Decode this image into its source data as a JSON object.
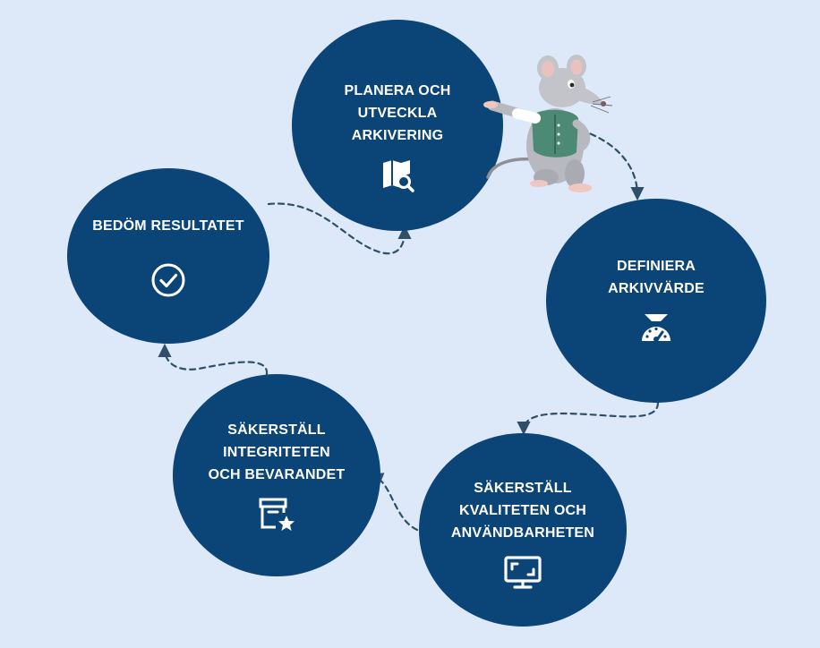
{
  "colors": {
    "background": "#dde8f9",
    "circle": "#0b4476",
    "text": "#ffffff",
    "arrow": "#2f4f68"
  },
  "steps": [
    {
      "id": "plan",
      "label": "PLANERA OCH\nUTVECKLA\nARKIVERING",
      "icon": "map-search-icon"
    },
    {
      "id": "define",
      "label": "DEFINIERA\nARKIVVÄRDE",
      "icon": "scale-gauge-icon"
    },
    {
      "id": "quality",
      "label": "SÄKERSTÄLL\nKVALITETEN OCH\nANVÄNDBARHETEN",
      "icon": "monitor-icon"
    },
    {
      "id": "integrity",
      "label": "SÄKERSTÄLL\nINTEGRITETEN\nOCH BEVARANDET",
      "icon": "archive-star-icon"
    },
    {
      "id": "assess",
      "label": "BEDÖM RESULTATET",
      "icon": "check-circle-icon"
    }
  ],
  "mascot": "mouse-illustration"
}
